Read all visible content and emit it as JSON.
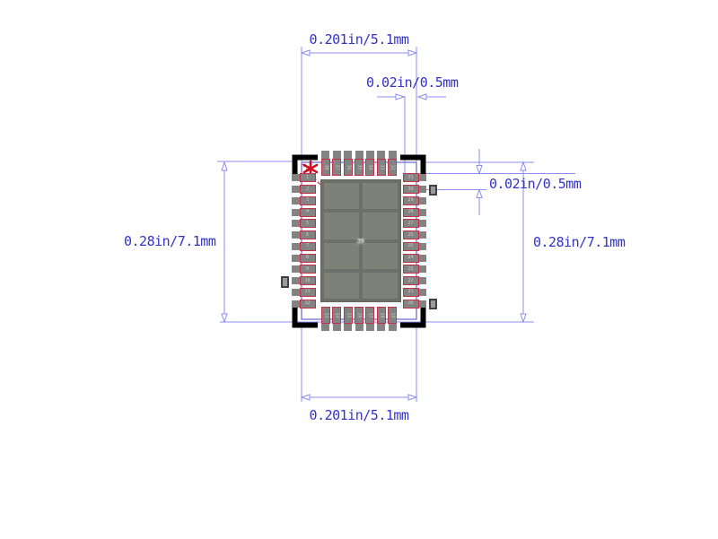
{
  "drawing_type": "ic-package-land-pattern",
  "labels": {
    "top_width": "0.201in/5.1mm",
    "top_pitch": "0.02in/0.5mm",
    "right_pitch": "0.02in/0.5mm",
    "left_height": "0.28in/7.1mm",
    "right_height": "0.28in/7.1mm",
    "bottom_width": "0.201in/5.1mm",
    "center_pad": "39"
  },
  "pins": {
    "left_top_to_bottom": [
      1,
      2,
      3,
      4,
      5,
      6,
      7,
      8,
      9,
      10,
      11,
      12
    ],
    "bottom_left_to_right": [
      13,
      14,
      15,
      16,
      17,
      18,
      19
    ],
    "right_bottom_to_top": [
      20,
      21,
      22,
      23,
      24,
      25,
      26,
      27,
      28,
      29,
      30,
      31
    ],
    "top_right_to_left": [
      32,
      33,
      34,
      35,
      36,
      37,
      38
    ],
    "thermal_pad": 39
  },
  "icons": {
    "pin1_marker": "asterisk-icon",
    "corner_marks": "corner-bracket-icon"
  },
  "colors": {
    "background": "#ffffff",
    "dimension_line": "#8c8cf2",
    "dimension_text": "#3232c8",
    "package_outline": "#4747c6",
    "pad_gray": "#838383",
    "lead_outline_red": "#c2304a",
    "corner_mark_black": "#000000",
    "center_pad": "#6d7068",
    "center_pad_cell": "#7e8178",
    "pin1_marker_red": "#cc1122"
  }
}
